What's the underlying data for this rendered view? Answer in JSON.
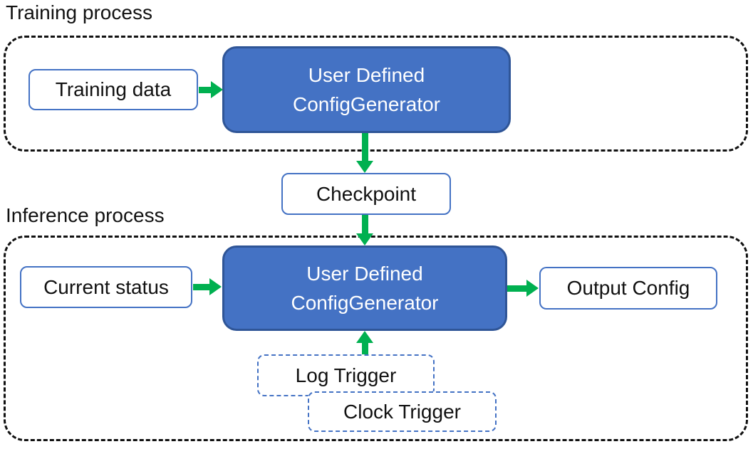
{
  "colors": {
    "generator_fill": "#4472C4",
    "generator_border": "#2F5597",
    "io_box_border": "#4472C4",
    "trigger_box_border": "#4472C4",
    "arrow_green": "#00B050",
    "container_border": "#111111",
    "text_dark": "#111111",
    "text_light": "#FFFFFF"
  },
  "training_process": {
    "title": "Training process",
    "training_data_label": "Training data",
    "generator_line1": "User Defined",
    "generator_line2": "ConfigGenerator"
  },
  "checkpoint_label": "Checkpoint",
  "inference_process": {
    "title": "Inference process",
    "current_status_label": "Current status",
    "generator_line1": "User Defined",
    "generator_line2": "ConfigGenerator",
    "output_config_label": "Output Config",
    "log_trigger_label": "Log Trigger",
    "clock_trigger_label": "Clock Trigger"
  }
}
